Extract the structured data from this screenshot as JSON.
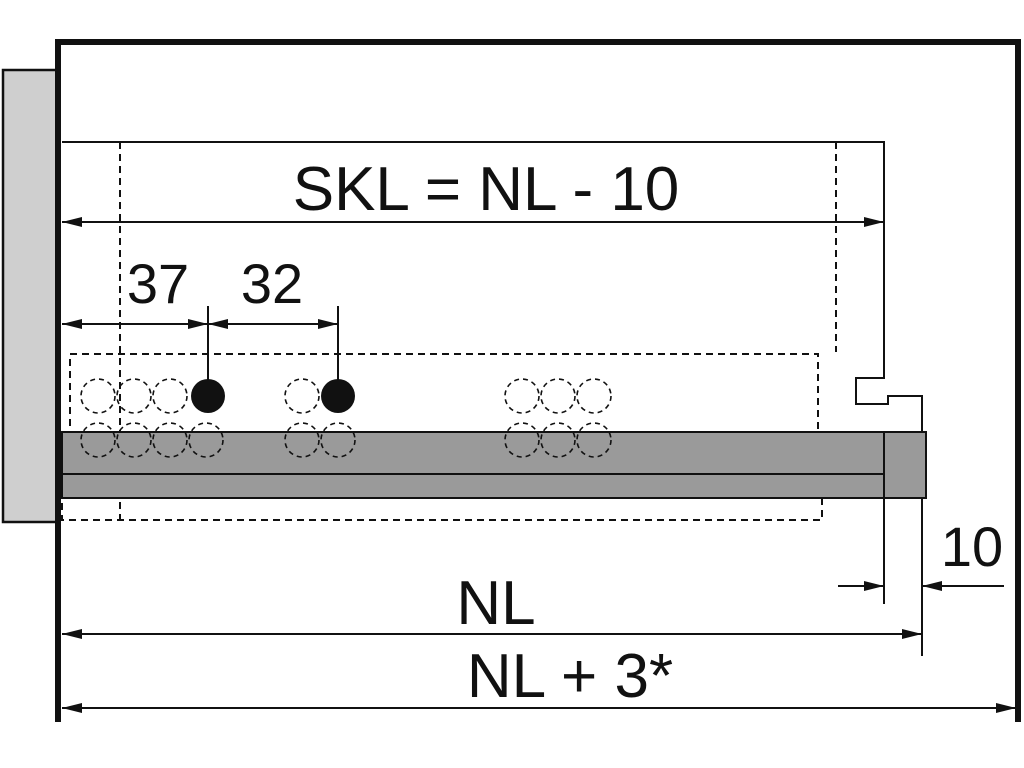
{
  "labels": {
    "skl": "SKL = NL - 10",
    "d37": "37",
    "d32": "32",
    "d10": "10",
    "nl": "NL",
    "nl3": "NL + 3*"
  },
  "colors": {
    "line": "#111111",
    "panel": "#cfcfcf",
    "rail": "#9a9a9a",
    "hole_fill": "#111111"
  }
}
